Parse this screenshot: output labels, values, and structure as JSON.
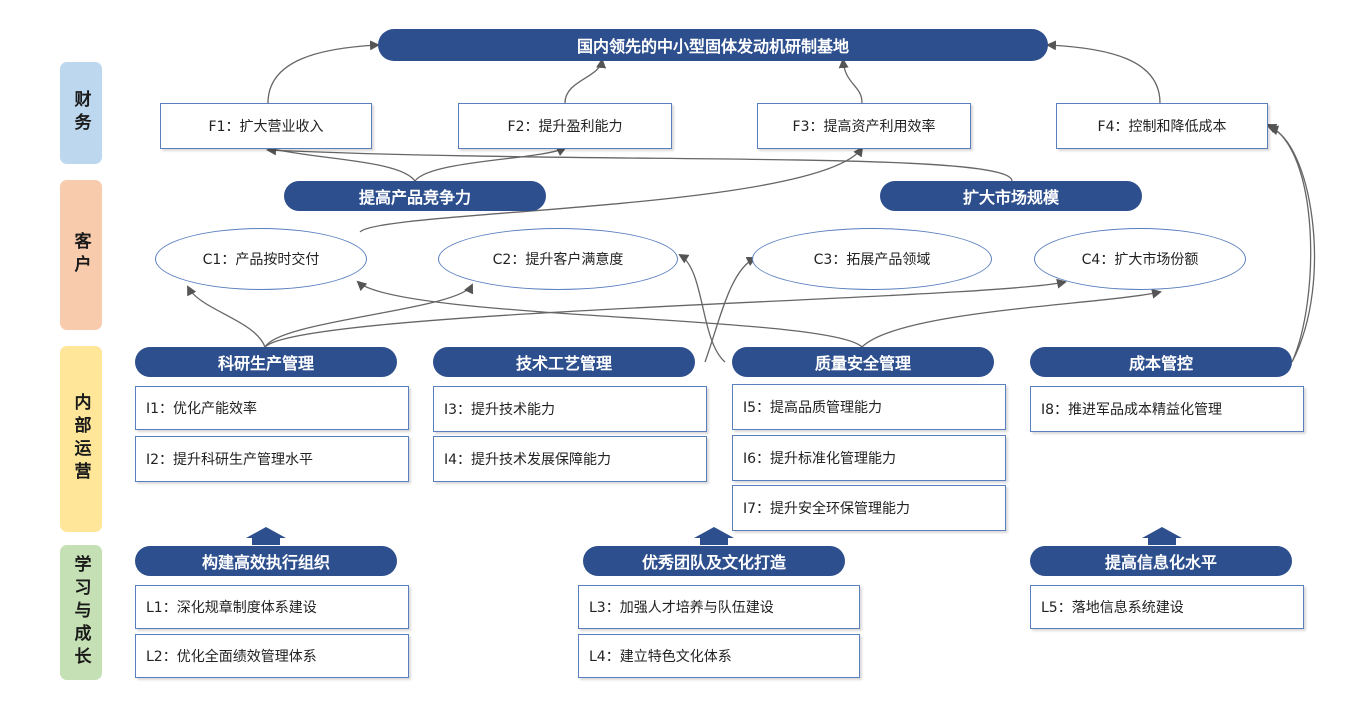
{
  "perspectives": {
    "finance": "财务",
    "customer": "客户",
    "internal": "内部运营",
    "learning": "学习与成长"
  },
  "goal": "国内领先的中小型固体发动机研制基地",
  "finance_items": [
    "F1：扩大营业收入",
    "F2：提升盈利能力",
    "F3：提高资产利用效率",
    "F4：控制和降低成本"
  ],
  "customer_groups": [
    "提高产品竞争力",
    "扩大市场规模"
  ],
  "customer_items": [
    "C1：产品按时交付",
    "C2：提升客户满意度",
    "C3：拓展产品领域",
    "C4：扩大市场份额"
  ],
  "internal_groups": [
    {
      "title": "科研生产管理",
      "items": [
        "I1：优化产能效率",
        "I2：提升科研生产管理水平"
      ]
    },
    {
      "title": "技术工艺管理",
      "items": [
        "I3：提升技术能力",
        "I4：提升技术发展保障能力"
      ]
    },
    {
      "title": "质量安全管理",
      "items": [
        "I5：提高品质管理能力",
        "I6：提升标准化管理能力",
        "I7：提升安全环保管理能力"
      ]
    },
    {
      "title": "成本管控",
      "items": [
        "I8：推进军品成本精益化管理"
      ]
    }
  ],
  "learning_groups": [
    {
      "title": "构建高效执行组织",
      "items": [
        "L1：深化规章制度体系建设",
        "L2：优化全面绩效管理体系"
      ]
    },
    {
      "title": "优秀团队及文化打造",
      "items": [
        "L3：加强人才培养与队伍建设",
        "L4：建立特色文化体系"
      ]
    },
    {
      "title": "提高信息化水平",
      "items": [
        "L5：落地信息系统建设"
      ]
    }
  ],
  "colors": {
    "navy": "#2e4f8e",
    "finance_bg": "#bdd7ee",
    "customer_bg": "#f8cbad",
    "internal_bg": "#ffe699",
    "learning_bg": "#c5e0b4",
    "border": "#5a7fbf"
  }
}
